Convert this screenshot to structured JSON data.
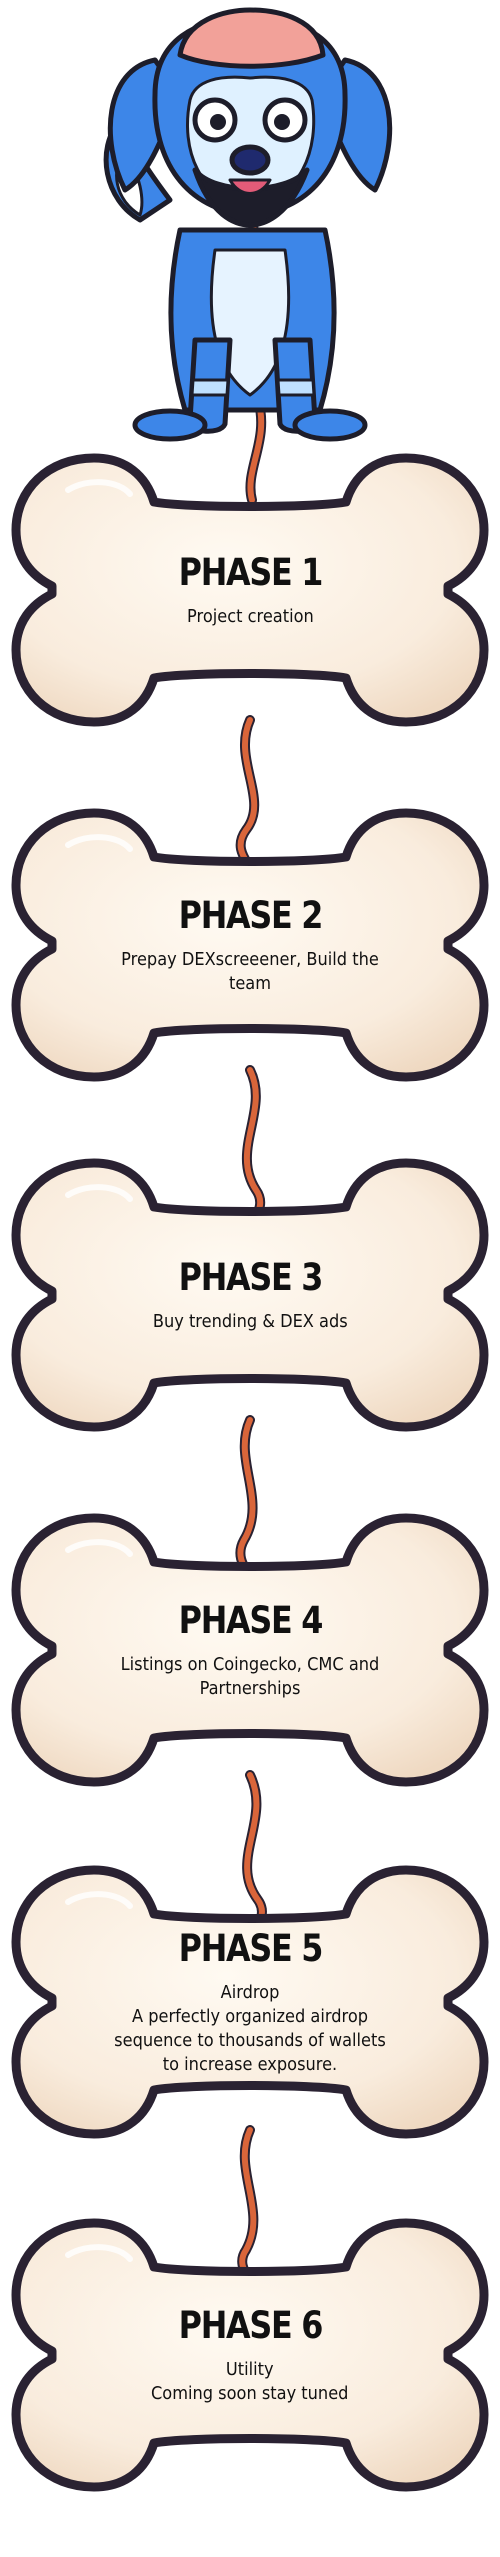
{
  "mascot": {
    "icon": "blue-dog-mascot-icon"
  },
  "colors": {
    "bone_fill": "#f9ecdd",
    "bone_outline": "#2a2232",
    "rope": "#d9653a",
    "dog_blue": "#3d86e8"
  },
  "phases": [
    {
      "title": "PHASE 1",
      "desc": "Project creation"
    },
    {
      "title": "PHASE 2",
      "desc": "Prepay DEXscreeener, Build the team"
    },
    {
      "title": "PHASE 3",
      "desc": "Buy trending & DEX ads"
    },
    {
      "title": "PHASE 4",
      "desc": "Listings on Coingecko, CMC and Partnerships"
    },
    {
      "title": "PHASE 5",
      "desc": "Airdrop\nA perfectly organized airdrop sequence to thousands of wallets to increase exposure."
    },
    {
      "title": "PHASE 6",
      "desc": "Utility\nComing soon stay tuned"
    }
  ]
}
